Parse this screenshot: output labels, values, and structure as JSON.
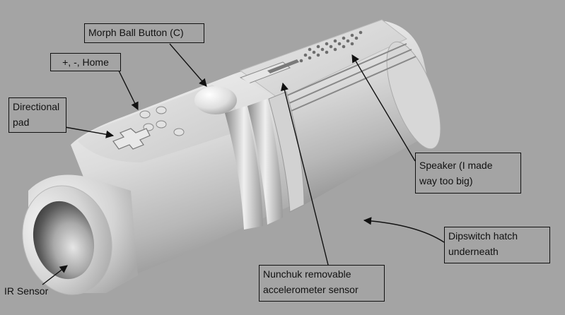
{
  "labels": {
    "morph_ball": "Morph Ball Button (C)",
    "plus_minus_home": "+, -, Home",
    "dpad": "Directional\npad",
    "speaker": "Speaker (I made\nway too big)",
    "dipswitch": "Dipswitch hatch\nunderneath",
    "nunchuk": "Nunchuk removable\naccelerometer sensor",
    "ir_sensor": "IR Sensor"
  },
  "colors": {
    "background": "#a4a4a4",
    "model_light": "#f4f4f4",
    "model_shadow": "#6a6a6a",
    "lines": "#111111"
  }
}
